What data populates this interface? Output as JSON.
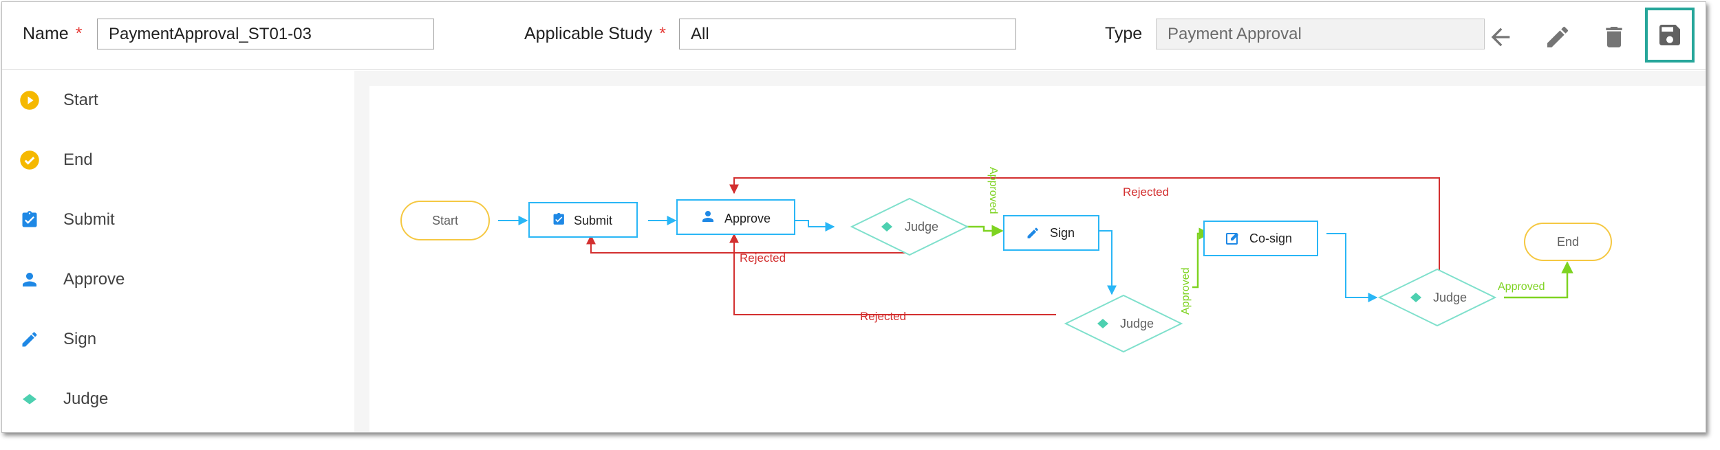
{
  "header": {
    "name_label": "Name",
    "name_value": "PaymentApproval_ST01-03",
    "study_label": "Applicable Study",
    "study_value": "All",
    "required_mark": "*",
    "type_label": "Type",
    "type_value": "Payment Approval",
    "toolbar_icons": [
      "back-arrow-icon",
      "edit-pencil-icon",
      "delete-trash-icon",
      "save-floppy-icon"
    ]
  },
  "palette": {
    "items": [
      {
        "label": "Start",
        "icon": "play-circle-icon",
        "color": "#f5b800"
      },
      {
        "label": "End",
        "icon": "check-circle-icon",
        "color": "#f5b800"
      },
      {
        "label": "Submit",
        "icon": "clipboard-check-icon",
        "color": "#1e88e5"
      },
      {
        "label": "Approve",
        "icon": "person-icon",
        "color": "#1e88e5"
      },
      {
        "label": "Sign",
        "icon": "pencil-icon",
        "color": "#1e88e5"
      },
      {
        "label": "Judge",
        "icon": "diamond-icon",
        "color": "#4dd0b0"
      }
    ]
  },
  "flow": {
    "nodes": {
      "start": "Start",
      "submit": "Submit",
      "approve": "Approve",
      "judge1": "Judge",
      "sign": "Sign",
      "judge2": "Judge",
      "cosign": "Co-sign",
      "judge3": "Judge",
      "end": "End"
    },
    "edge_labels": {
      "approved": "Approved",
      "rejected": "Rejected"
    }
  },
  "colors": {
    "accent_teal": "#26a69a",
    "flow_blue": "#29b6f6",
    "node_blue": "#1e88e5",
    "reject_red": "#d32f2f",
    "approve_green": "#7ed321",
    "judge_teal": "#4dd0b0",
    "terminal_gold": "#f5b800"
  }
}
